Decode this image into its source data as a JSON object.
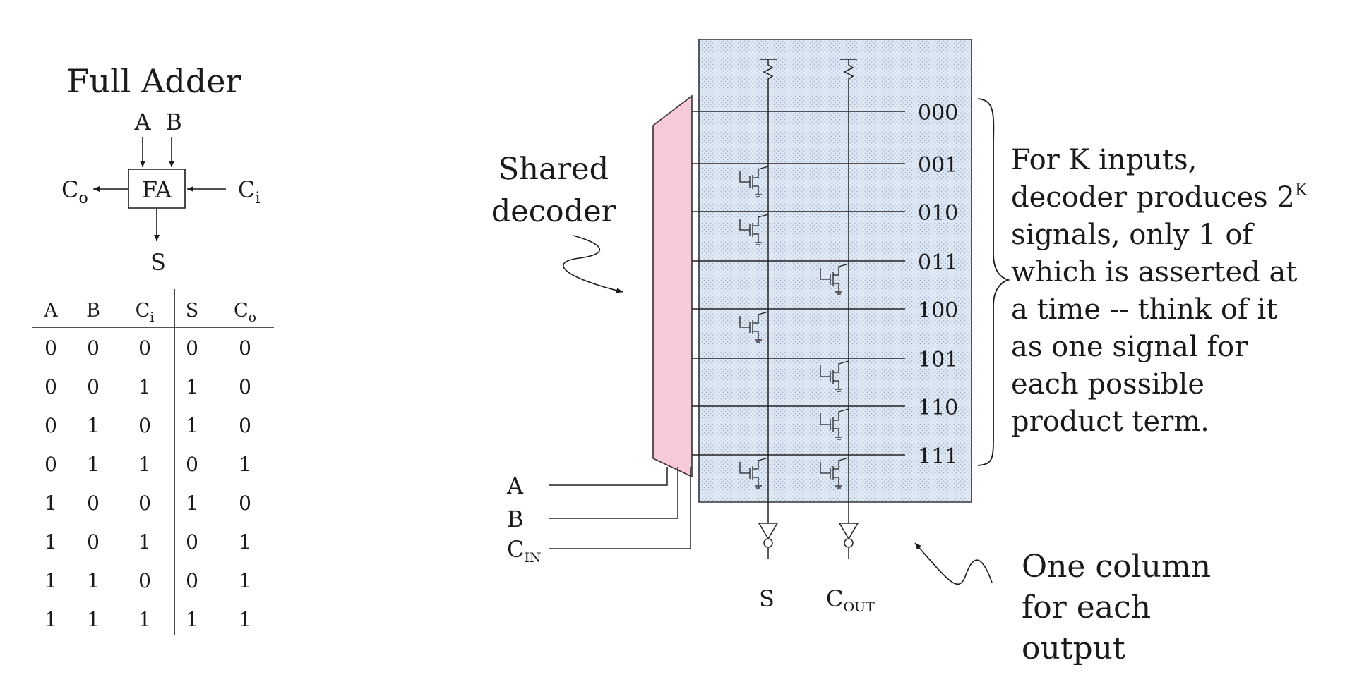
{
  "full_adder": {
    "title": "Full Adder",
    "block_label": "FA",
    "input_a": "A",
    "input_b": "B",
    "carry_out": {
      "base": "C",
      "sub": "o"
    },
    "carry_in": {
      "base": "C",
      "sub": "i"
    },
    "sum": "S"
  },
  "truth_table": {
    "headers": [
      {
        "base": "A",
        "sub": ""
      },
      {
        "base": "B",
        "sub": ""
      },
      {
        "base": "C",
        "sub": "i"
      },
      {
        "base": "S",
        "sub": ""
      },
      {
        "base": "C",
        "sub": "o"
      }
    ],
    "rows": [
      [
        "0",
        "0",
        "0",
        "0",
        "0"
      ],
      [
        "0",
        "0",
        "1",
        "1",
        "0"
      ],
      [
        "0",
        "1",
        "0",
        "1",
        "0"
      ],
      [
        "0",
        "1",
        "1",
        "0",
        "1"
      ],
      [
        "1",
        "0",
        "0",
        "1",
        "0"
      ],
      [
        "1",
        "0",
        "1",
        "0",
        "1"
      ],
      [
        "1",
        "1",
        "0",
        "0",
        "1"
      ],
      [
        "1",
        "1",
        "1",
        "1",
        "1"
      ]
    ]
  },
  "rom": {
    "decoder_label_line1": "Shared",
    "decoder_label_line2": "decoder",
    "row_codes": [
      "000",
      "001",
      "010",
      "011",
      "100",
      "101",
      "110",
      "111"
    ],
    "s_column_rows": [
      1,
      2,
      4,
      7
    ],
    "cout_column_rows": [
      3,
      5,
      6,
      7
    ],
    "inputs": [
      {
        "base": "A",
        "sub": ""
      },
      {
        "base": "B",
        "sub": ""
      },
      {
        "base": "C",
        "sub": "IN"
      }
    ],
    "out_s": "S",
    "out_cout": {
      "base": "C",
      "sub": "OUT"
    },
    "colors": {
      "array_fill": "#dfe9f5",
      "decoder_fill": "#f7c9d9"
    }
  },
  "notes": {
    "decoder_lines": [
      "For K inputs,",
      "decoder produces 2",
      "signals, only 1 of",
      "which is asserted at",
      "a time -- think of it",
      "as one signal for",
      "each possible",
      "product term."
    ],
    "decoder_sup": "K",
    "column_lines": [
      "One column",
      "for each",
      "output"
    ]
  }
}
